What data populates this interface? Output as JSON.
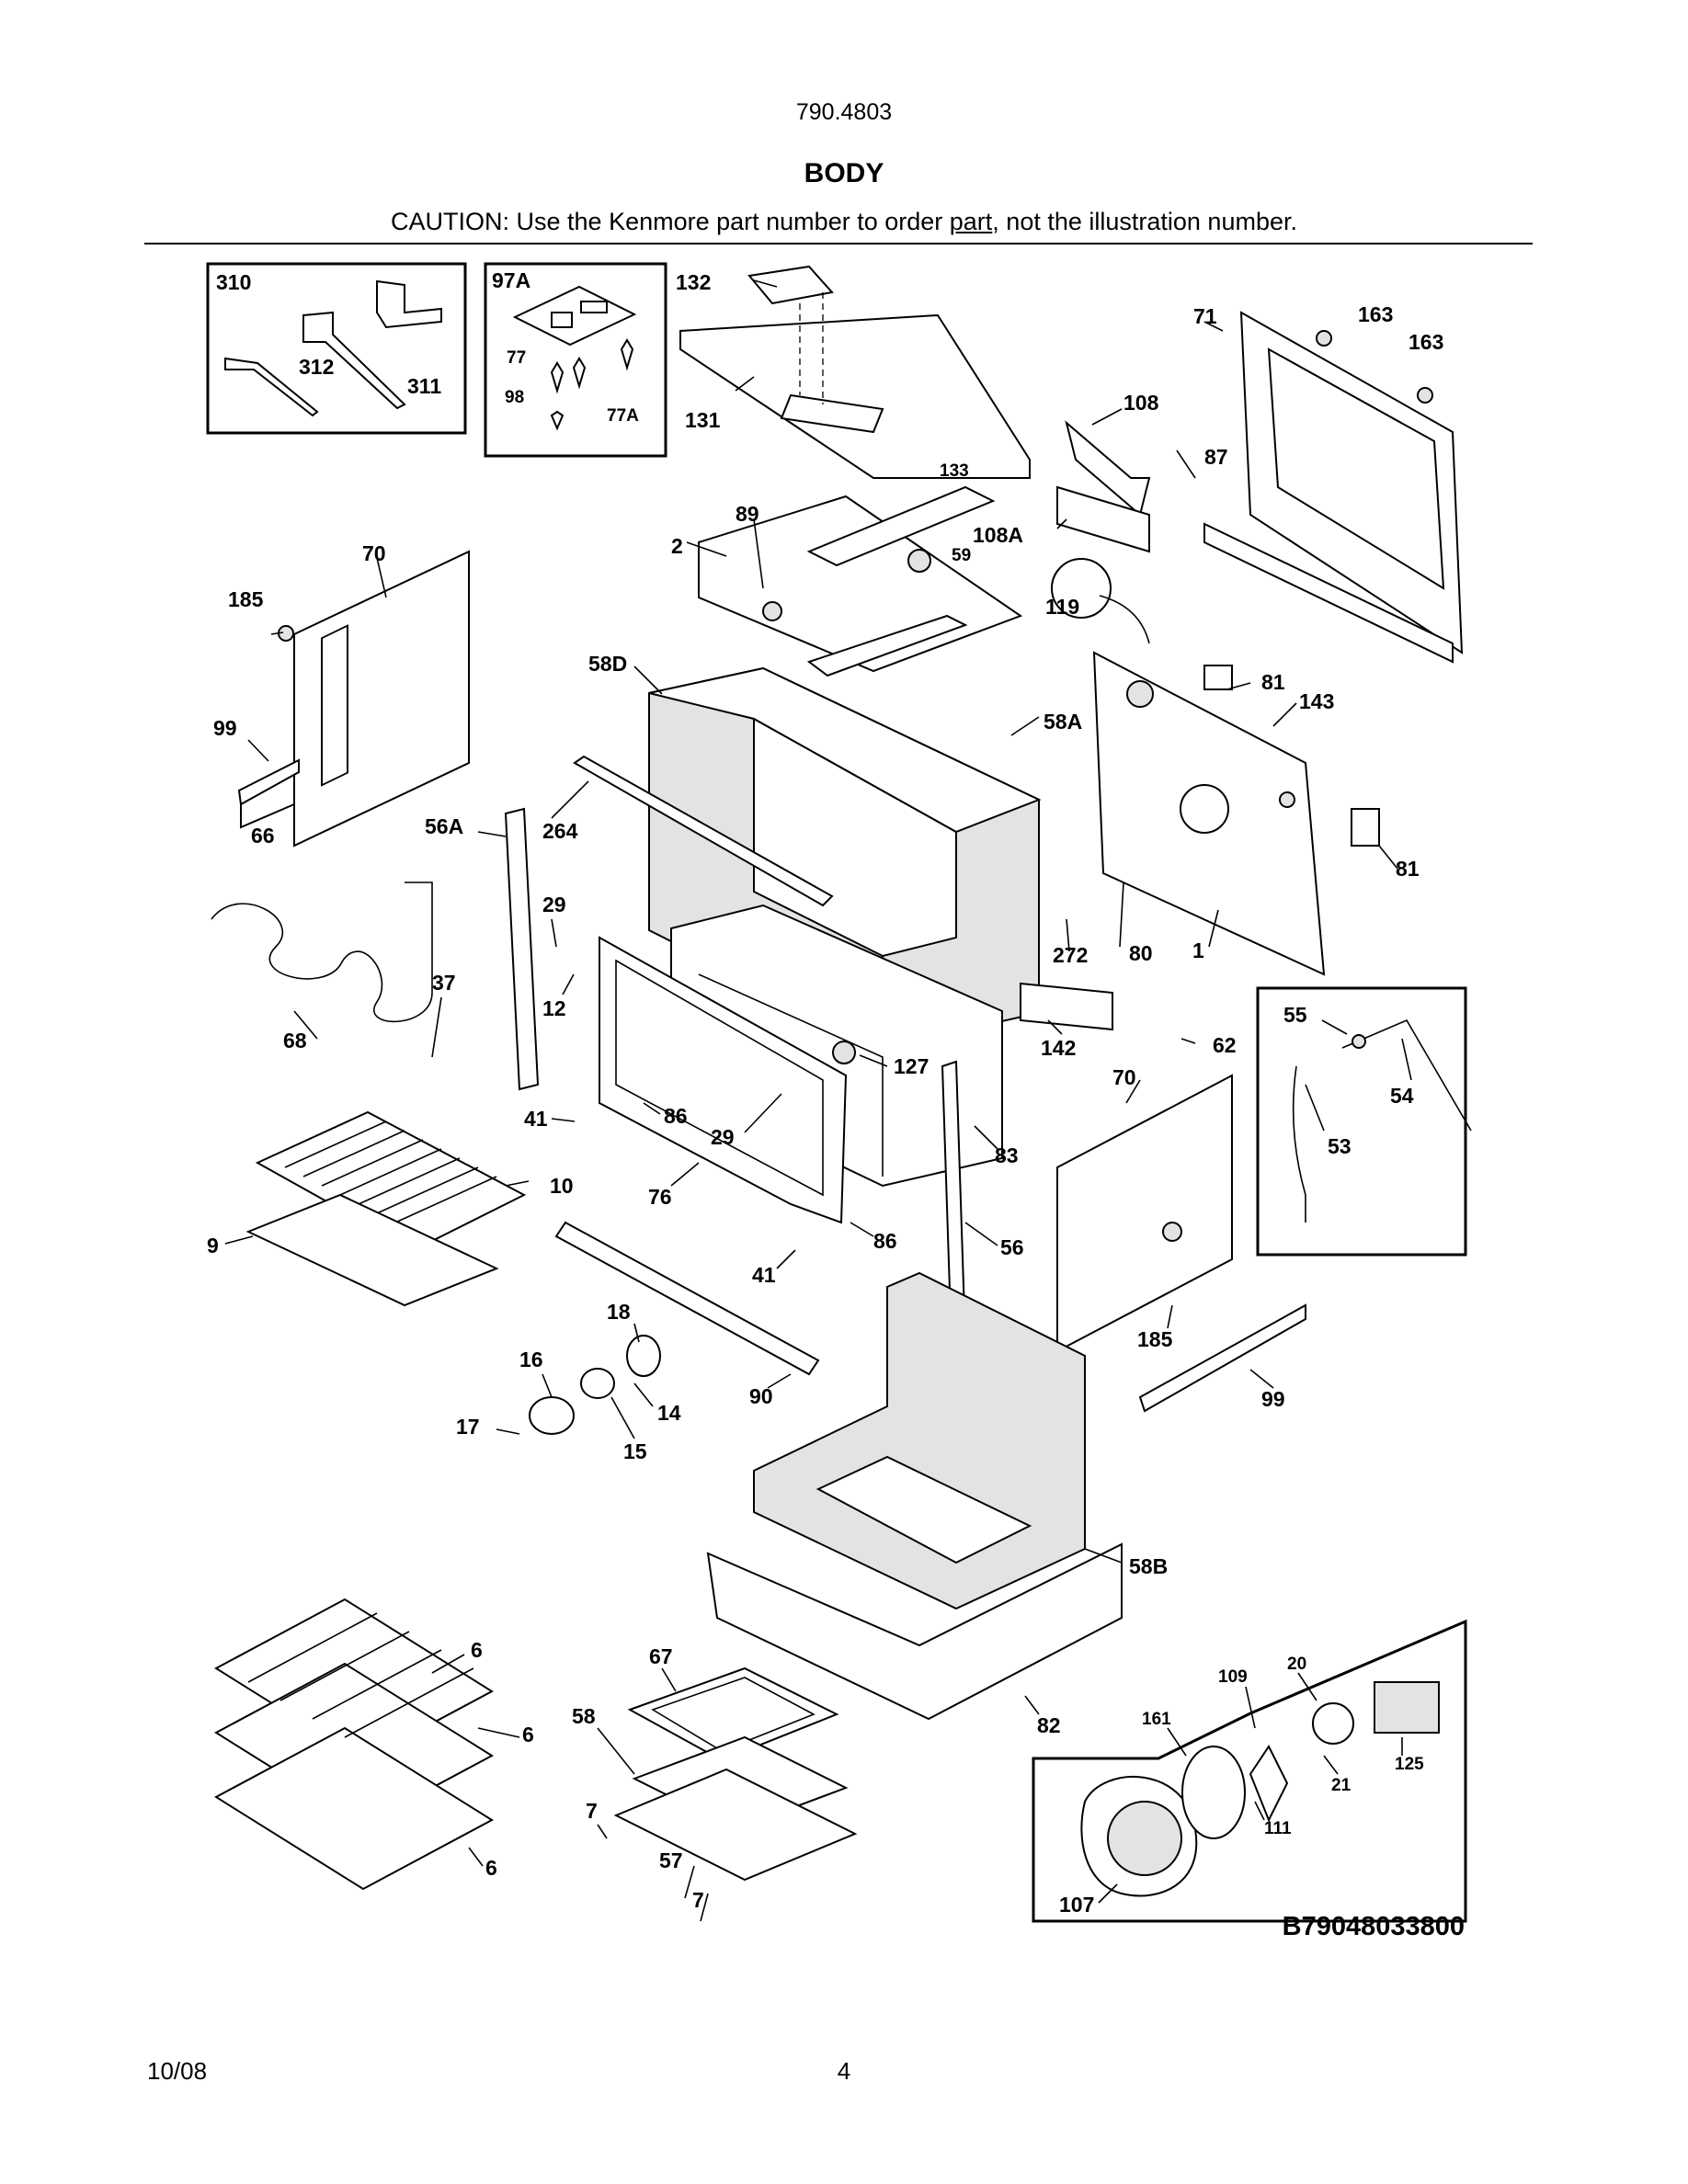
{
  "header": {
    "model_number": "790.4803",
    "section_title": "BODY",
    "caution_prefix": "CAUTION: Use the Kenmore part number to order ",
    "caution_underlined": "part",
    "caution_suffix": ", not the illustration number."
  },
  "diagram_code": "B79048033800",
  "footer": {
    "date": "10/08",
    "page_number": "4"
  },
  "callouts": {
    "c310": "310",
    "c312": "312",
    "c311": "311",
    "c97A": "97A",
    "c77": "77",
    "c98": "98",
    "c77A": "77A",
    "c132": "132",
    "c131": "131",
    "c133": "133",
    "c163a": "163",
    "c163b": "163",
    "c71": "71",
    "c108": "108",
    "c87": "87",
    "c108A": "108A",
    "c89": "89",
    "c2": "2",
    "c59": "59",
    "c119": "119",
    "c70a": "70",
    "c185a": "185",
    "c99a": "99",
    "c58D": "58D",
    "c58A": "58A",
    "c81a": "81",
    "c143": "143",
    "c81b": "81",
    "c66": "66",
    "c56A": "56A",
    "c264": "264",
    "c29a": "29",
    "c12": "12",
    "c37": "37",
    "c68": "68",
    "c272": "272",
    "c80": "80",
    "c1": "1",
    "c55": "55",
    "c54": "54",
    "c53": "53",
    "c62": "62",
    "c142": "142",
    "c127": "127",
    "c70b": "70",
    "c41a": "41",
    "c86a": "86",
    "c29b": "29",
    "c83": "83",
    "c10": "10",
    "c9": "9",
    "c76": "76",
    "c86b": "86",
    "c41b": "41",
    "c56": "56",
    "c185b": "185",
    "c99b": "99",
    "c18": "18",
    "c16": "16",
    "c90": "90",
    "c14": "14",
    "c17": "17",
    "c15": "15",
    "c58B": "58B",
    "c6a": "6",
    "c6b": "6",
    "c6c": "6",
    "c67": "67",
    "c58": "58",
    "c82": "82",
    "c20": "20",
    "c109": "109",
    "c161": "161",
    "c125": "125",
    "c21": "21",
    "c111": "111",
    "c7a": "7",
    "c57": "57",
    "c7b": "7",
    "c107": "107"
  }
}
